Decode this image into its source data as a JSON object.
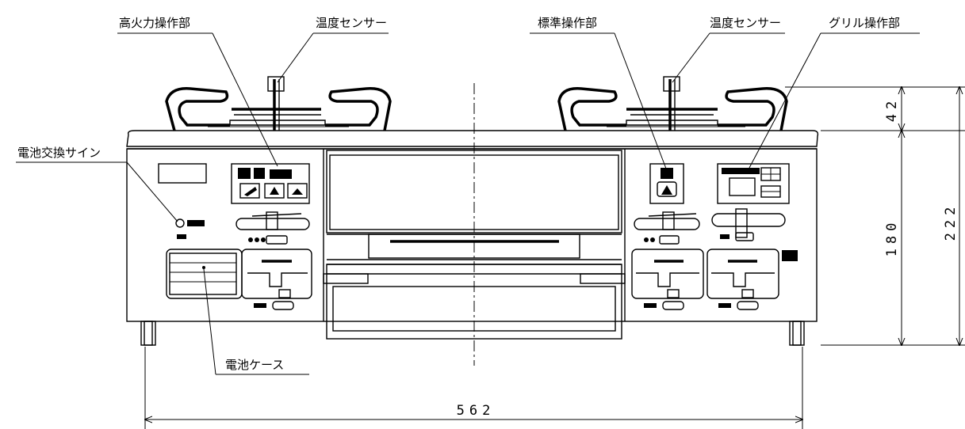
{
  "labels": {
    "high_power_control": "高火力操作部",
    "temp_sensor_left": "温度センサー",
    "standard_control": "標準操作部",
    "temp_sensor_right": "温度センサー",
    "grill_control": "グリル操作部",
    "battery_sign": "電池交換サイン",
    "battery_case": "電池ケース"
  },
  "dimensions": {
    "width": "562",
    "front_height": "180",
    "total_height": "222",
    "top_height": "42"
  }
}
